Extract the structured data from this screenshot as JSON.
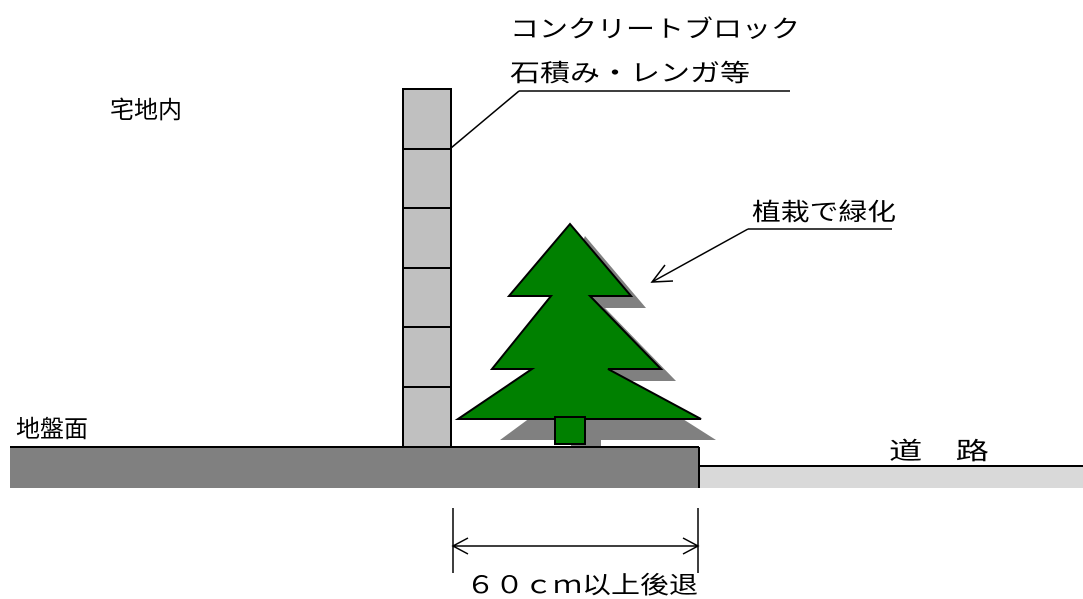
{
  "labels": {
    "residential_land": "宅地内",
    "material_line1": "コンクリートブロック",
    "material_line2": "石積み・レンガ等",
    "greening": "植栽で緑化",
    "ground_surface": "地盤面",
    "road": "道　路",
    "setback": "６０ｃｍ以上後退"
  },
  "colors": {
    "ground": "#808080",
    "wall_block": "#c0c0c0",
    "tree": "#008000",
    "tree_shadow": "#808080",
    "road_band": "#d9d9d9"
  }
}
